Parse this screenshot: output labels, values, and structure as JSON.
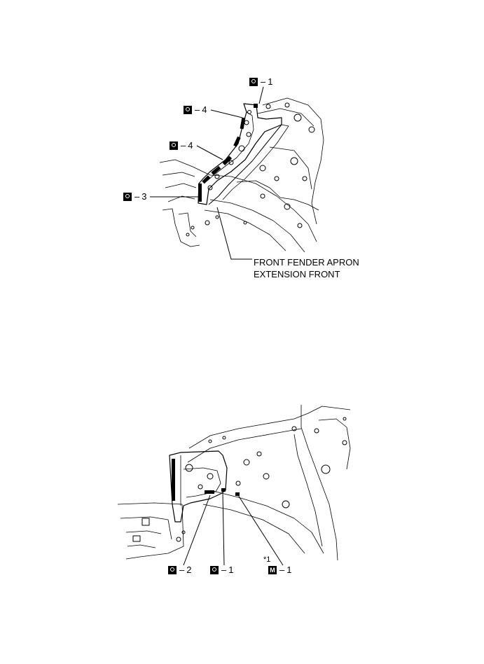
{
  "top_view": {
    "callouts": [
      {
        "id": "o1",
        "symbol": "weld-circle-box-icon",
        "dash": "–",
        "number": "1"
      },
      {
        "id": "o4a",
        "symbol": "weld-circle-box-icon",
        "dash": "–",
        "number": "4"
      },
      {
        "id": "o4b",
        "symbol": "weld-circle-box-icon",
        "dash": "–",
        "number": "4"
      },
      {
        "id": "o3",
        "symbol": "weld-circle-box-icon",
        "dash": "–",
        "number": "3"
      }
    ],
    "part_label_line1": "FRONT FENDER APRON",
    "part_label_line2": "EXTENSION FRONT"
  },
  "bottom_view": {
    "callouts": [
      {
        "id": "o2",
        "symbol": "weld-circle-box-icon",
        "dash": "–",
        "number": "2"
      },
      {
        "id": "o1b",
        "symbol": "weld-circle-box-icon",
        "dash": "–",
        "number": "1"
      },
      {
        "id": "m1",
        "symbol": "m-box-icon",
        "box_letter": "M",
        "dash": "–",
        "number": "1"
      }
    ],
    "footnote_marker": "*1"
  }
}
